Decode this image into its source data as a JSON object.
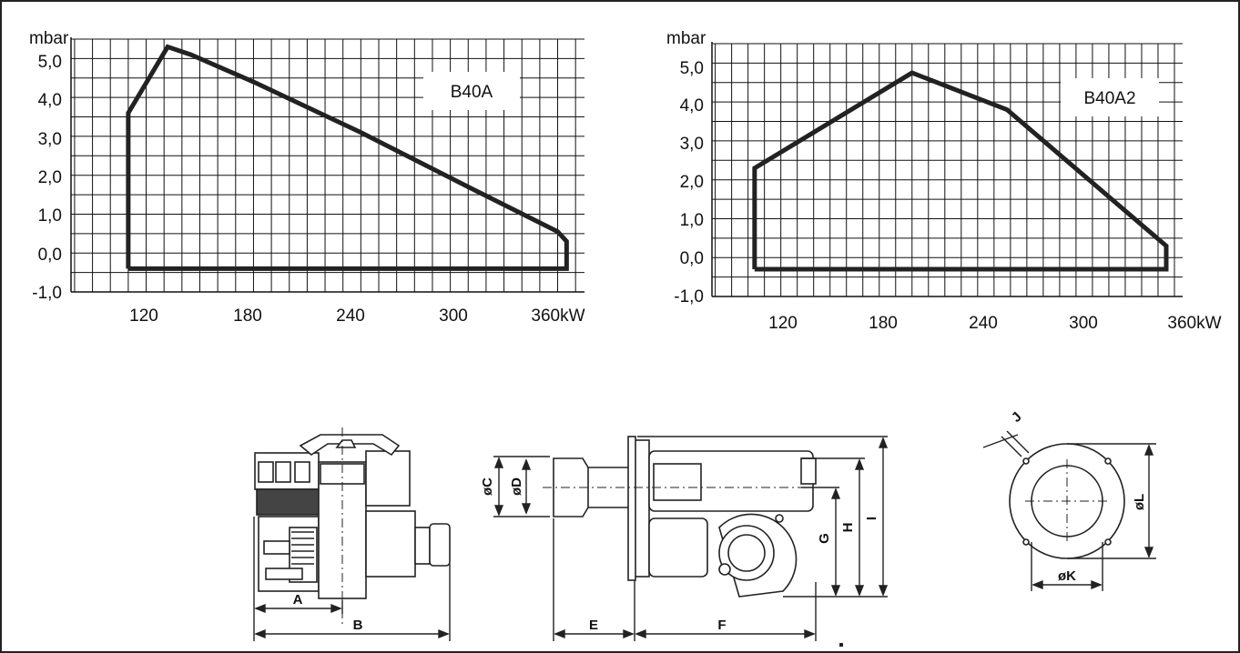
{
  "charts": [
    {
      "id": "B40A",
      "label": "B40A",
      "y_unit": "mbar",
      "x_unit": "kW",
      "y_ticks": [
        "5,0",
        "4,0",
        "3,0",
        "2,0",
        "1,0",
        "0,0",
        "-1,0"
      ],
      "x_ticks": [
        "120",
        "180",
        "240",
        "300",
        "360kW"
      ]
    },
    {
      "id": "B40A2",
      "label": "B40A2",
      "y_unit": "mbar",
      "x_unit": "kW",
      "y_ticks": [
        "5,0",
        "4,0",
        "3,0",
        "2,0",
        "1,0",
        "0,0",
        "-1,0"
      ],
      "x_ticks": [
        "120",
        "180",
        "240",
        "300",
        "360kW"
      ]
    }
  ],
  "chart_data": [
    {
      "type": "area",
      "title": "B40A",
      "xlabel": "kW",
      "ylabel": "mbar",
      "xlim": [
        78,
        365
      ],
      "ylim": [
        -1.0,
        5.5
      ],
      "grid": true,
      "series": [
        {
          "name": "B40A",
          "x": [
            110,
            110,
            132,
            145,
            180,
            240,
            300,
            350,
            355,
            355,
            110
          ],
          "y": [
            -0.4,
            3.6,
            5.3,
            5.1,
            4.4,
            3.1,
            1.7,
            0.55,
            0.3,
            -0.4,
            -0.4
          ]
        }
      ]
    },
    {
      "type": "area",
      "title": "B40A2",
      "xlabel": "kW",
      "ylabel": "mbar",
      "xlim": [
        78,
        365
      ],
      "ylim": [
        -1.0,
        5.5
      ],
      "grid": true,
      "series": [
        {
          "name": "B40A2",
          "x": [
            104,
            104,
            200,
            258,
            355,
            355,
            104
          ],
          "y": [
            -0.3,
            2.3,
            4.75,
            3.8,
            0.3,
            -0.3,
            -0.3
          ]
        }
      ]
    }
  ],
  "dimension_labels": {
    "A": "A",
    "B": "B",
    "C": "øC",
    "D": "øD",
    "E": "E",
    "F": "F",
    "G": "G",
    "H": "H",
    "I": "I",
    "J": "J",
    "K": "øK",
    "L": "øL"
  }
}
